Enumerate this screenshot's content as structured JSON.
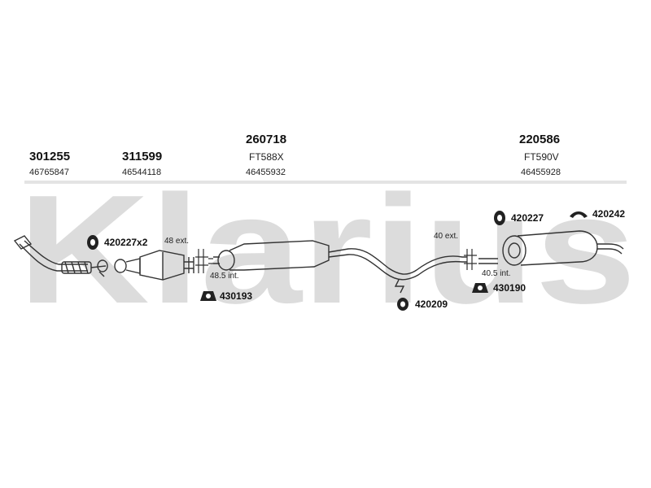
{
  "watermark": {
    "text": "Klarius",
    "color": "#d9d9d9"
  },
  "parts": [
    {
      "number": "301255",
      "ref": "46765847"
    },
    {
      "number": "311599",
      "ref": "46544118"
    },
    {
      "number": "260718",
      "code": "FT588X",
      "ref": "46455932"
    },
    {
      "number": "220586",
      "code": "FT590V",
      "ref": "46455928"
    }
  ],
  "accessories": [
    {
      "number": "420227x2"
    },
    {
      "number": "430193"
    },
    {
      "number": "420209"
    },
    {
      "number": "420227"
    },
    {
      "number": "420242"
    },
    {
      "number": "430190"
    }
  ],
  "measurements": [
    {
      "text": "48 ext."
    },
    {
      "text": "48.5 int."
    },
    {
      "text": "40 ext."
    },
    {
      "text": "40.5 int."
    }
  ],
  "colors": {
    "line": "#333333",
    "text": "#111111"
  }
}
